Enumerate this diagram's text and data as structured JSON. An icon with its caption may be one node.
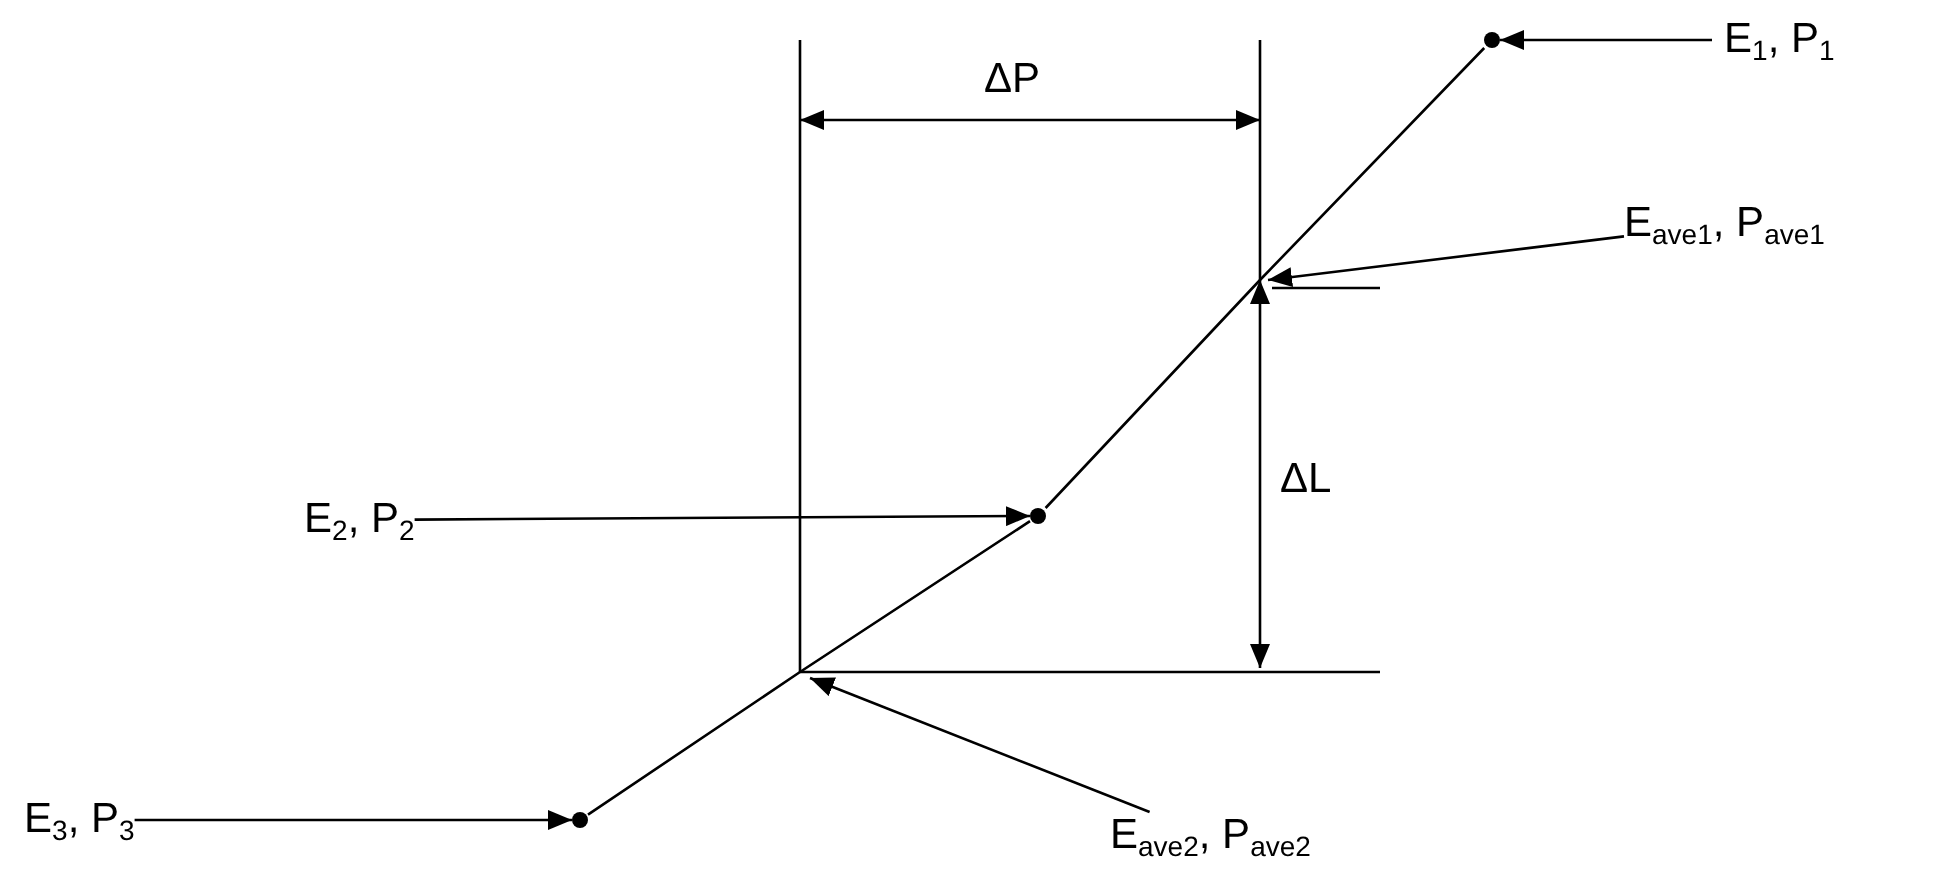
{
  "diagram": {
    "nodes": [
      {
        "text": [
          "E$_{1}$, P$_{1}$"
        ]
      },
      {
        "text": [],
        "shape": "circle"
      },
      {
        "text": [
          "E$_{ave1}$, P$_{ave1}$"
        ]
      },
      {
        "text": [
          "E$_{2}$, P$_{2}$"
        ]
      },
      {
        "text": [],
        "shape": "circle"
      },
      {
        "text": [
          "E$_{3}$, P$_{3}$"
        ]
      },
      {
        "text": [],
        "shape": "circle"
      },
      {
        "text": [
          "E$_{ave2}$, P$_{ave2}$"
        ]
      }
    ],
    "edges": [
      {
        "from": 0,
        "to": 1,
        "arrow": "to"
      },
      {
        "from": 2,
        "to": null,
        "arrow": "to"
      },
      {
        "from": 3,
        "to": 4,
        "arrow": "to"
      },
      {
        "from": 5,
        "to": 6,
        "arrow": "to"
      },
      {
        "from": 7,
        "to": null,
        "arrow": "to"
      },
      {
        "from": 6,
        "to": 4,
        "arrow": "none"
      },
      {
        "from": 4,
        "to": 1,
        "arrow": "none"
      }
    ],
    "labels": [
      "ΔP",
      "ΔL"
    ]
  }
}
